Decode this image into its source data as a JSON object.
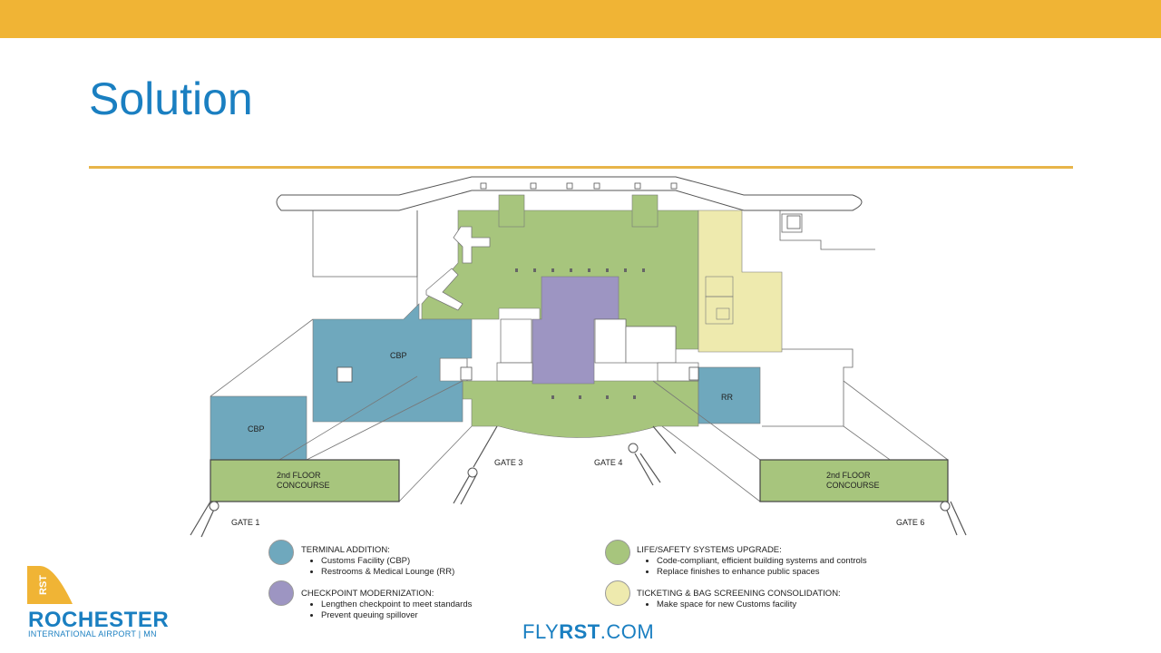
{
  "slide": {
    "title": "Solution",
    "footer_url_a": "FLY",
    "footer_url_b": "RST",
    "footer_url_c": ".COM"
  },
  "logo": {
    "mark_text": "RST",
    "name": "ROCHESTER",
    "subtitle": "INTERNATIONAL AIRPORT | MN"
  },
  "diagram": {
    "labels": {
      "cbp_upper": "CBP",
      "cbp_lower": "CBP",
      "rr": "RR",
      "concourse_left_1": "2nd FLOOR",
      "concourse_left_2": "CONCOURSE",
      "concourse_right_1": "2nd FLOOR",
      "concourse_right_2": "CONCOURSE",
      "gate1": "GATE 1",
      "gate3": "GATE 3",
      "gate4": "GATE 4",
      "gate6": "GATE 6"
    },
    "colors": {
      "terminal_addition": "#6fa8bd",
      "checkpoint": "#9d95c2",
      "life_safety": "#a7c57d",
      "ticketing": "#eeeaae"
    }
  },
  "legend": [
    {
      "key": "terminal_addition",
      "color": "#6fa8bd",
      "heading": "TERMINAL ADDITION:",
      "bullets": [
        "Customs Facility (CBP)",
        "Restrooms & Medical Lounge (RR)"
      ]
    },
    {
      "key": "checkpoint",
      "color": "#9d95c2",
      "heading": "CHECKPOINT MODERNIZATION:",
      "bullets": [
        "Lengthen checkpoint to meet standards",
        "Prevent queuing spillover"
      ]
    },
    {
      "key": "life_safety",
      "color": "#a7c57d",
      "heading": "LIFE/SAFETY SYSTEMS UPGRADE:",
      "bullets": [
        "Code-compliant, efficient building systems and controls",
        "Replace finishes to enhance public spaces"
      ]
    },
    {
      "key": "ticketing",
      "color": "#eeeaae",
      "heading": "TICKETING & BAG SCREENING CONSOLIDATION:",
      "bullets": [
        "Make space for new Customs facility"
      ]
    }
  ]
}
